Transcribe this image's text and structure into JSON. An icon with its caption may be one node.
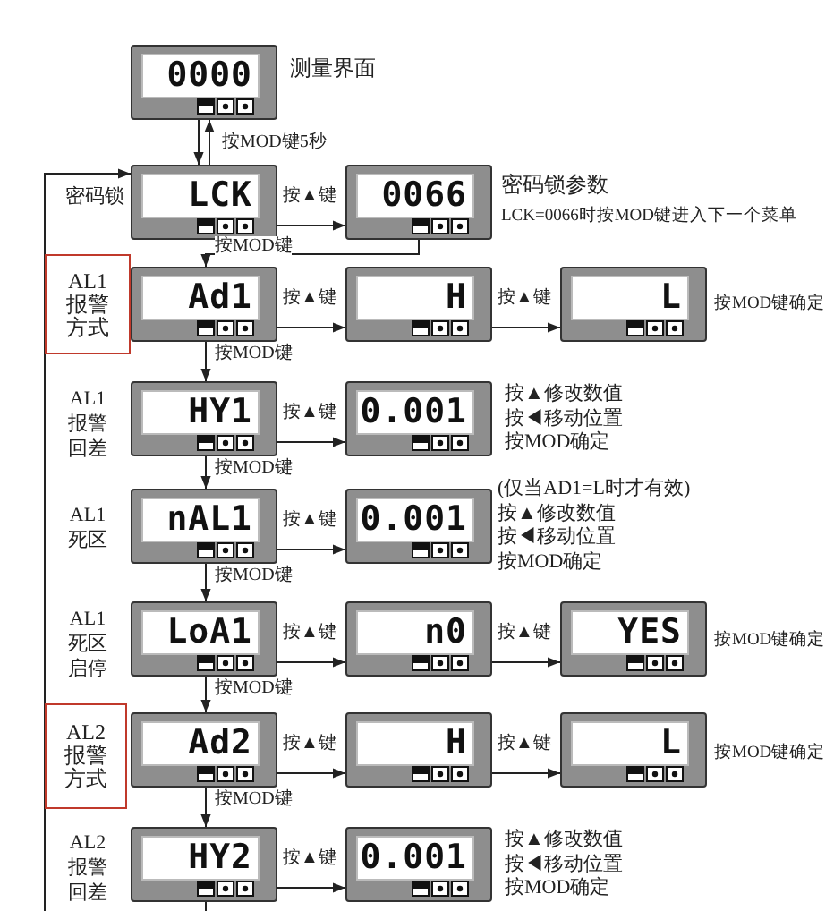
{
  "diagram": {
    "nodes": [
      {
        "text": [
          "0000"
        ],
        "beside": [
          "测量界面"
        ]
      },
      {
        "text": [
          "LCK"
        ],
        "beside": [
          "密码锁"
        ]
      },
      {
        "text": [
          "0066"
        ],
        "beside": [
          "密码锁参数",
          "LCK=0066时按MOD键进入下一个菜单"
        ]
      },
      {
        "text": [
          "AL1 报警方式"
        ]
      },
      {
        "text": [
          "Ad1"
        ]
      },
      {
        "text": [
          "H"
        ]
      },
      {
        "text": [
          "L"
        ],
        "beside": [
          "按MOD键确定"
        ]
      },
      {
        "text": [
          "HY1"
        ],
        "beside": [
          "AL1 报警回差"
        ]
      },
      {
        "text": [
          "0.001"
        ],
        "beside": [
          "按▲修改数值",
          "按◀移动位置",
          "按MOD确定"
        ]
      },
      {
        "text": [
          "nAL1"
        ],
        "beside": [
          "AL1 死区"
        ]
      },
      {
        "text": [
          "0.001"
        ],
        "beside": [
          "(仅当AD1=L时才有效)",
          "按▲修改数值",
          "按◀移动位置",
          "按MOD确定"
        ]
      },
      {
        "text": [
          "LoA1"
        ],
        "beside": [
          "AL1 死区启停"
        ]
      },
      {
        "text": [
          "n0"
        ]
      },
      {
        "text": [
          "YES"
        ],
        "beside": [
          "按MOD键确定"
        ]
      },
      {
        "text": [
          "AL2 报警方式"
        ]
      },
      {
        "text": [
          "Ad2"
        ]
      },
      {
        "text": [
          "H"
        ]
      },
      {
        "text": [
          "L"
        ],
        "beside": [
          "按MOD键确定"
        ]
      },
      {
        "text": [
          "HY2"
        ],
        "beside": [
          "AL2 报警回差"
        ]
      },
      {
        "text": [
          "0.001"
        ],
        "beside": [
          "按▲修改数值",
          "按◀移动位置",
          "按MOD确定"
        ]
      }
    ],
    "edges": [
      {
        "from": 0,
        "to": 1,
        "arrow": "to",
        "label": "按MOD键5秒"
      },
      {
        "from": 1,
        "to": 0,
        "arrow": "to"
      },
      {
        "from": 1,
        "to": 2,
        "arrow": "to",
        "label": "按▲键"
      },
      {
        "from": 2,
        "to": 4,
        "arrow": "to",
        "label": "按MOD键"
      },
      {
        "from": 4,
        "to": 5,
        "arrow": "to",
        "label": "按▲键"
      },
      {
        "from": 5,
        "to": 6,
        "arrow": "to",
        "label": "按▲键"
      },
      {
        "from": 4,
        "to": 7,
        "arrow": "to",
        "label": "按MOD键"
      },
      {
        "from": 7,
        "to": 8,
        "arrow": "to",
        "label": "按▲键"
      },
      {
        "from": 7,
        "to": 9,
        "arrow": "to",
        "label": "按MOD键"
      },
      {
        "from": 9,
        "to": 10,
        "arrow": "to",
        "label": "按▲键"
      },
      {
        "from": 9,
        "to": 11,
        "arrow": "to",
        "label": "按MOD键"
      },
      {
        "from": 11,
        "to": 12,
        "arrow": "to",
        "label": "按▲键"
      },
      {
        "from": 12,
        "to": 13,
        "arrow": "to",
        "label": "按▲键"
      },
      {
        "from": 11,
        "to": 15,
        "arrow": "to",
        "label": "按MOD键"
      },
      {
        "from": 15,
        "to": 16,
        "arrow": "to",
        "label": "按▲键"
      },
      {
        "from": 16,
        "to": 17,
        "arrow": "to",
        "label": "按▲键"
      },
      {
        "from": 15,
        "to": 18,
        "arrow": "to",
        "label": "按MOD键"
      },
      {
        "from": 18,
        "to": 19,
        "arrow": "to",
        "label": "按▲键"
      },
      {
        "from": 18,
        "to": null,
        "arrow": "none"
      },
      {
        "from": null,
        "to": 1,
        "arrow": "to"
      }
    ]
  }
}
